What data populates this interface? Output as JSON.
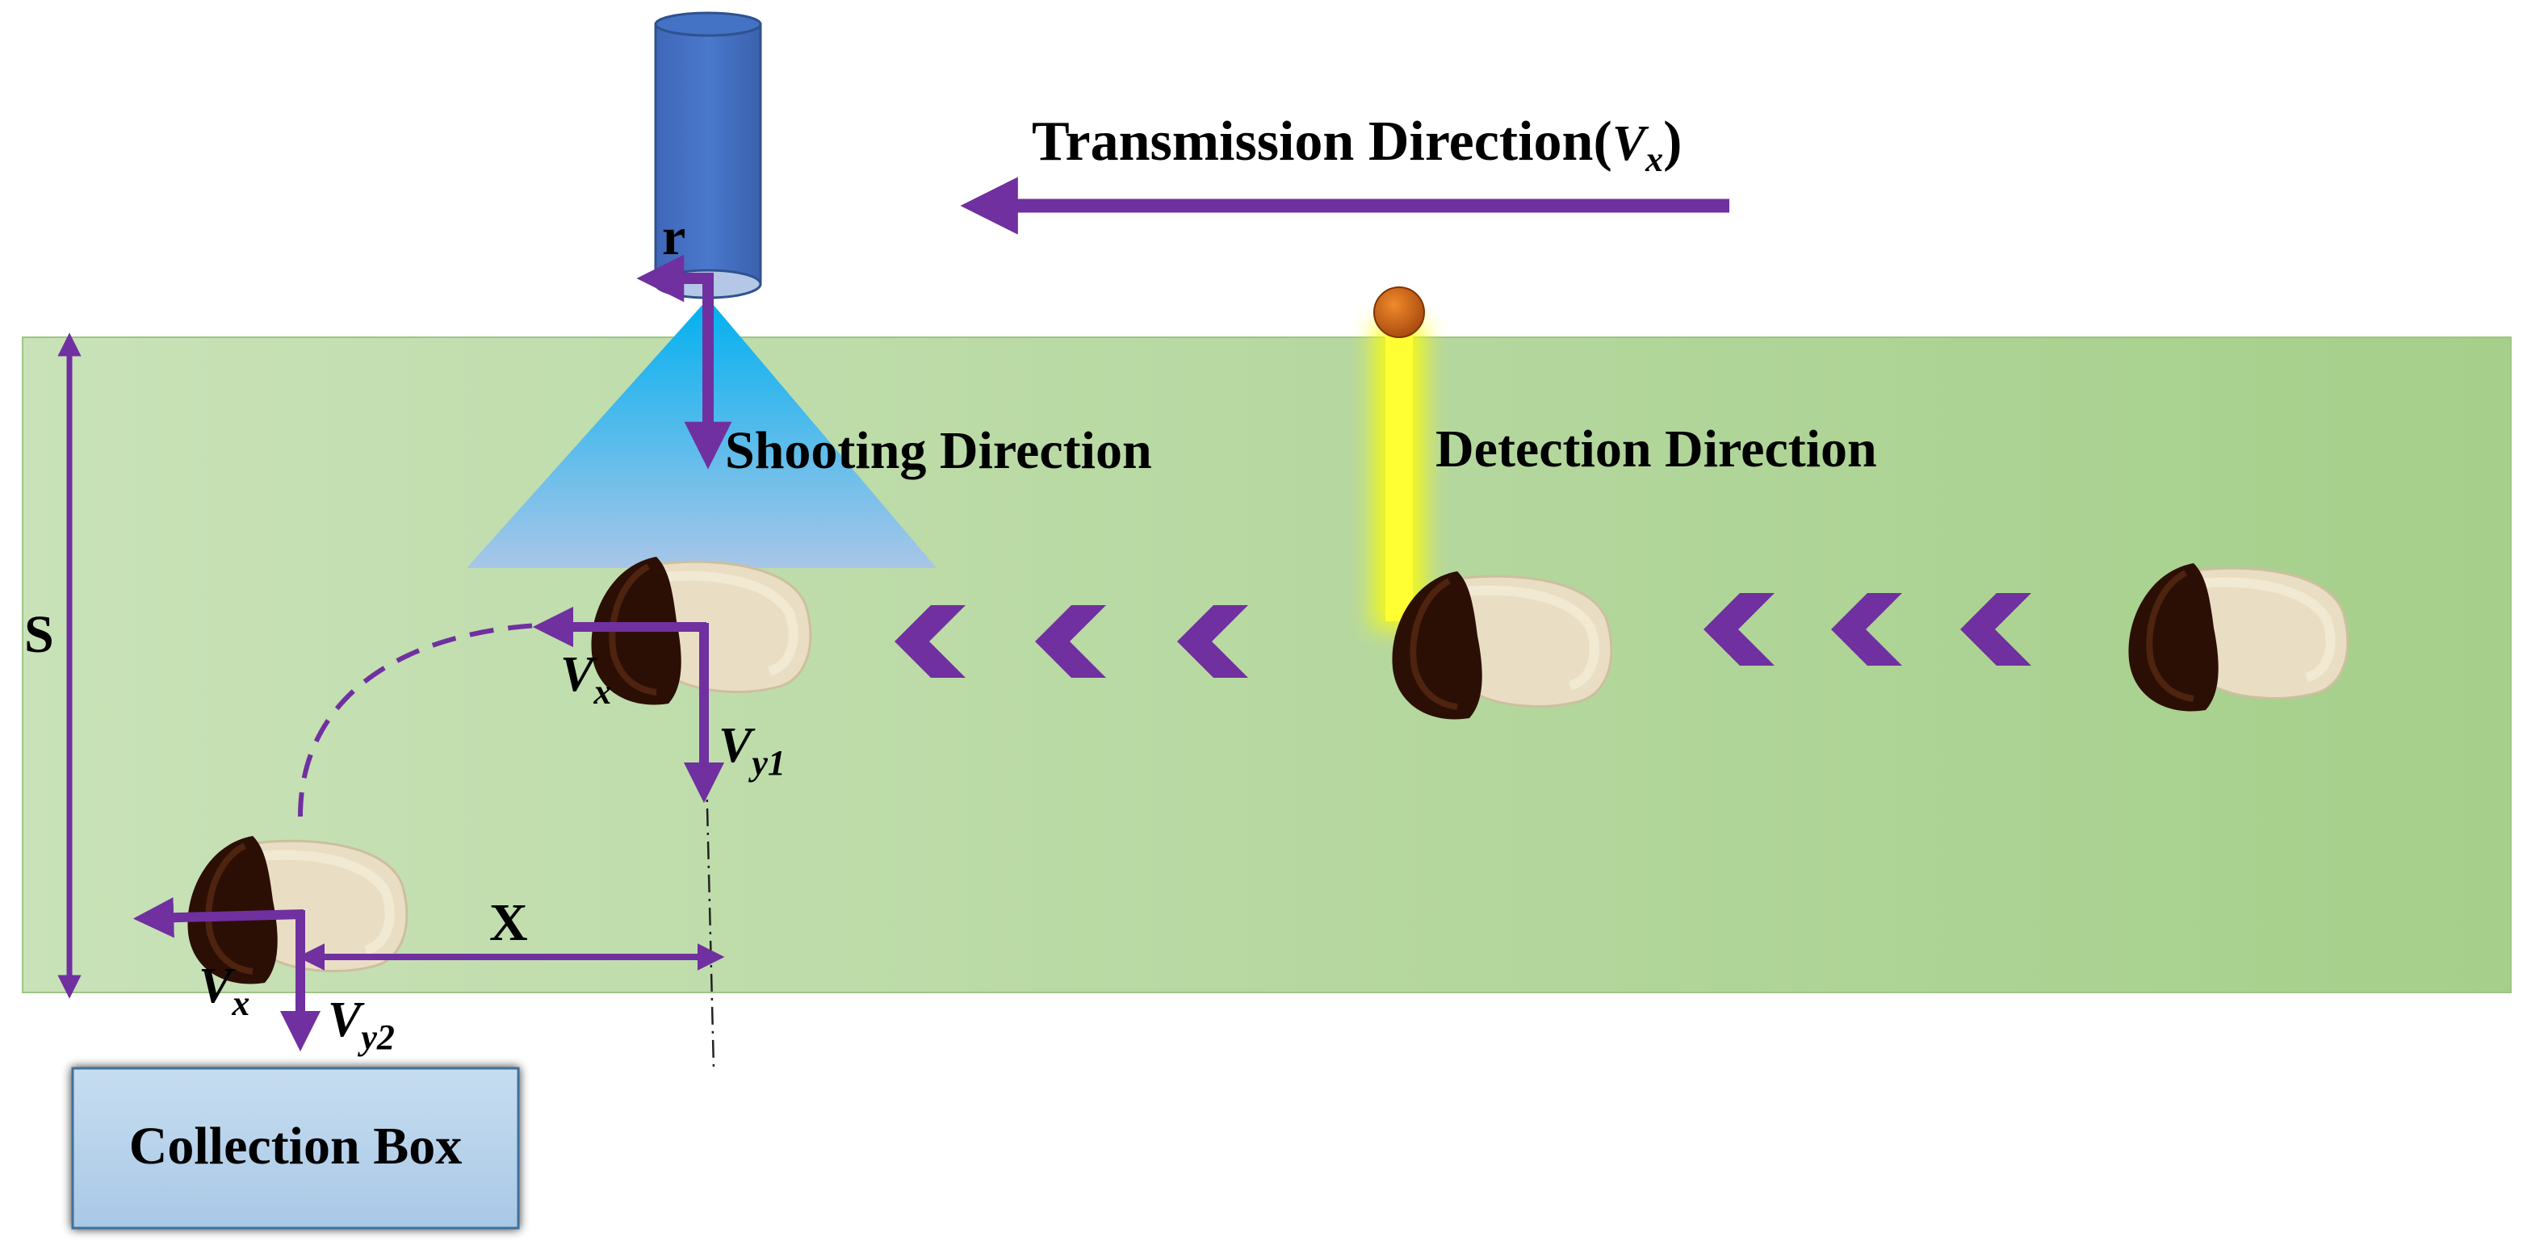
{
  "labels": {
    "transmission": "Transmission Direction(",
    "transmission_var": "V",
    "transmission_sub": "x",
    "transmission_close": ")",
    "r": "r",
    "shooting": "Shooting Direction",
    "detection": "Detection Direction",
    "s": "S",
    "x": "X",
    "vx_main": "V",
    "vx_sub": "x",
    "vy1_main": "V",
    "vy1_sub": "y1",
    "vy2_main": "V",
    "vy2_sub": "y2",
    "collection_box": "Collection Box"
  },
  "colors": {
    "belt_left": "#c5e0b4",
    "belt_right": "#a9d18e",
    "arrow": "#7030a0",
    "camera": "#4472c4",
    "camera_lens": "#b4c7e7",
    "camera_beam_top": "#00b0f0",
    "camera_beam_bottom": "#9dc3e6",
    "sensor_ball": "#c55a11",
    "sensor_beam": "#ffff00",
    "box_fill": "#bdd7ee",
    "mushroom_cap": "#3a1a0c",
    "mushroom_stem": "#e8ddc0"
  },
  "icons": [
    "camera-icon",
    "sensor-icon",
    "mushroom-icon",
    "chevron-left-icon",
    "collection-box-icon"
  ]
}
